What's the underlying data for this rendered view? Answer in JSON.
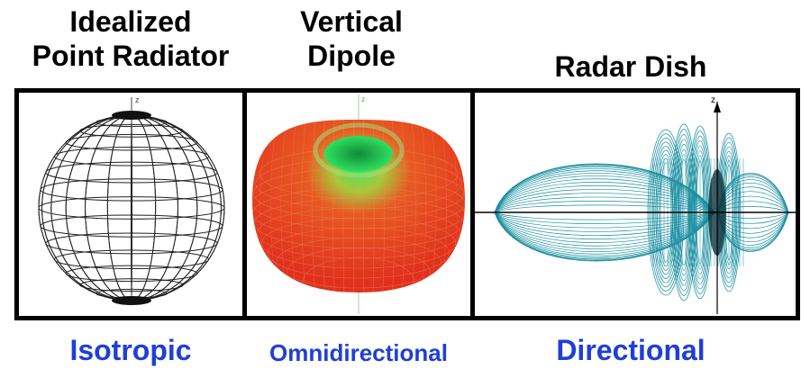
{
  "panels": [
    {
      "title_line1": "Idealized",
      "title_line2": "Point Radiator",
      "caption": "Isotropic",
      "axis_label": "z"
    },
    {
      "title_line1": "Vertical",
      "title_line2": "Dipole",
      "caption": "Omnidirectional",
      "axis_label": "z"
    },
    {
      "title_line1": "Radar Dish",
      "caption": "Directional",
      "axis_label": "z"
    }
  ],
  "colors": {
    "caption": "#1f3fd8",
    "dipole_outer": "#e8321e",
    "dipole_inner": "#2ee05a",
    "dish_mesh": "#1a8fa0"
  }
}
